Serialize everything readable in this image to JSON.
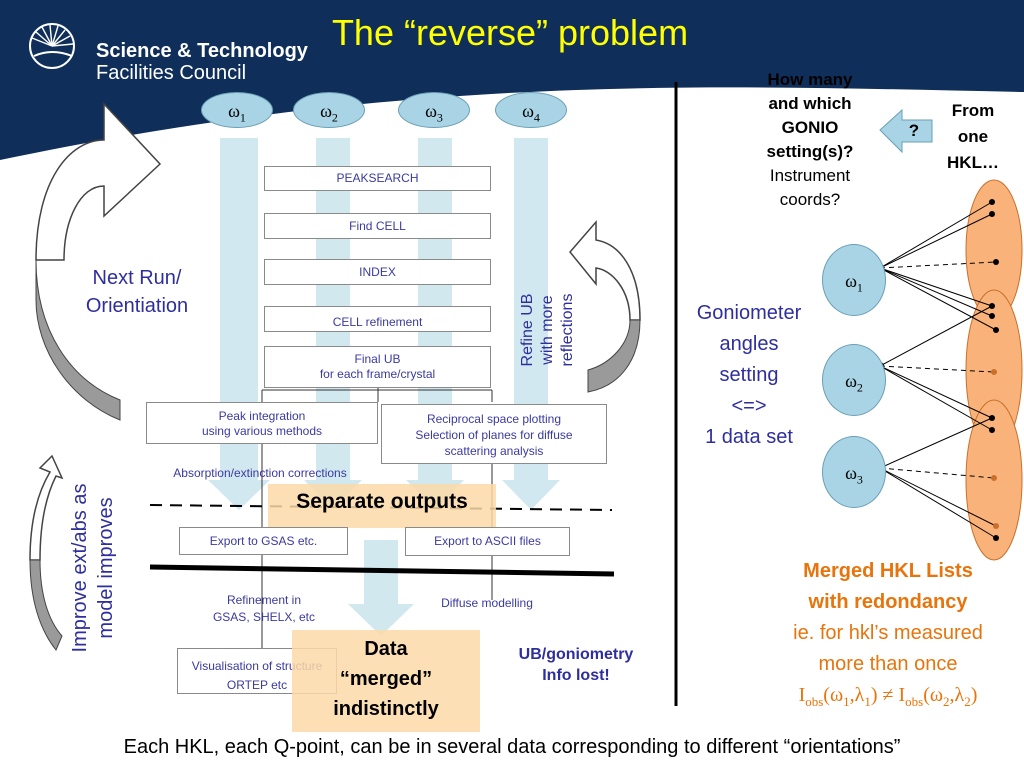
{
  "title": "The “reverse” problem",
  "logo": {
    "line1": "Science & Technology",
    "line2": "Facilities Council"
  },
  "omegas_top": [
    {
      "sym": "ω",
      "sub": "1"
    },
    {
      "sym": "ω",
      "sub": "2"
    },
    {
      "sym": "ω",
      "sub": "3"
    },
    {
      "sym": "ω",
      "sub": "4"
    }
  ],
  "flow": {
    "peaksearch": "PEAKSEARCH",
    "find_cell": "Find CELL",
    "index": "INDEX",
    "cell_refinement": "CELL refinement",
    "final_ub_1": "Final UB",
    "final_ub_2": "for each frame/crystal",
    "peak_int_1": "Peak integration",
    "peak_int_2": "using various methods",
    "recip_1": "Reciprocal space plotting",
    "recip_2": "Selection of planes for diffuse",
    "recip_3": "scattering analysis",
    "absorption": "Absorption/extinction corrections",
    "separate_outputs": "Separate outputs",
    "export_gsas": "Export to GSAS etc.",
    "export_ascii": "Export to ASCII files",
    "refinement_1": "Refinement in",
    "refinement_2": "GSAS, SHELX, etc",
    "diffuse": "Diffuse modelling",
    "visual_1": "Visualisation of structure",
    "visual_2": "ORTEP etc"
  },
  "data_merged": {
    "line1": "Data",
    "line2": "“merged”",
    "line3": "indistinctly"
  },
  "ub_lost": {
    "line1": "UB/goniometry",
    "line2": "Info lost!"
  },
  "next_run": {
    "line1": "Next Run/",
    "line2": "Orientiation"
  },
  "refine_ub": {
    "line1": "Refine UB",
    "line2": "with more",
    "line3": "reflections"
  },
  "improve": {
    "line1": "Improve ext/abs as",
    "line2": "model improves"
  },
  "question": {
    "line1": "How many",
    "line2": "and which",
    "line3": "GONIO",
    "line4": "setting(s)?",
    "line5": "Instrument",
    "line6": "coords?"
  },
  "qmark": "?",
  "from_one": {
    "line1": "From",
    "line2": "one",
    "line3": "HKL…"
  },
  "goniometer": {
    "line1": "Goniometer",
    "line2": "angles",
    "line3": "setting",
    "line4": "<=>",
    "line5": "1 data set"
  },
  "omegas_side": [
    {
      "sym": "ω",
      "sub": "1"
    },
    {
      "sym": "ω",
      "sub": "2"
    },
    {
      "sym": "ω",
      "sub": "3"
    }
  ],
  "merged": {
    "line1": "Merged HKL Lists",
    "line2": "with redondancy",
    "line3": "ie. for hkl’s measured",
    "line4": "more than once"
  },
  "formula": {
    "i1": "I",
    "obs1": "obs",
    "open1": "(ω",
    "w1": "1",
    "c1": ",λ",
    "l1": "1",
    "close1": ")",
    "neq": " ≠ ",
    "i2": "I",
    "obs2": "obs",
    "open2": "(ω",
    "w2": "2",
    "c2": ",λ",
    "l2": "2",
    "close2": ")"
  },
  "footer": "Each HKL, each Q-point, can be in several data corresponding to different “orientations”",
  "colors": {
    "header_navy": "#0f2f5a",
    "title_yellow": "#ffff00",
    "flow_blue": "#3a3aa0",
    "arrow_light_blue": "#cde6ee",
    "omega_fill": "#a9d4e6",
    "orange_ellipse": "#f9b37a",
    "orange_text": "#e8740c",
    "box_orange": "#fbd9a7"
  }
}
